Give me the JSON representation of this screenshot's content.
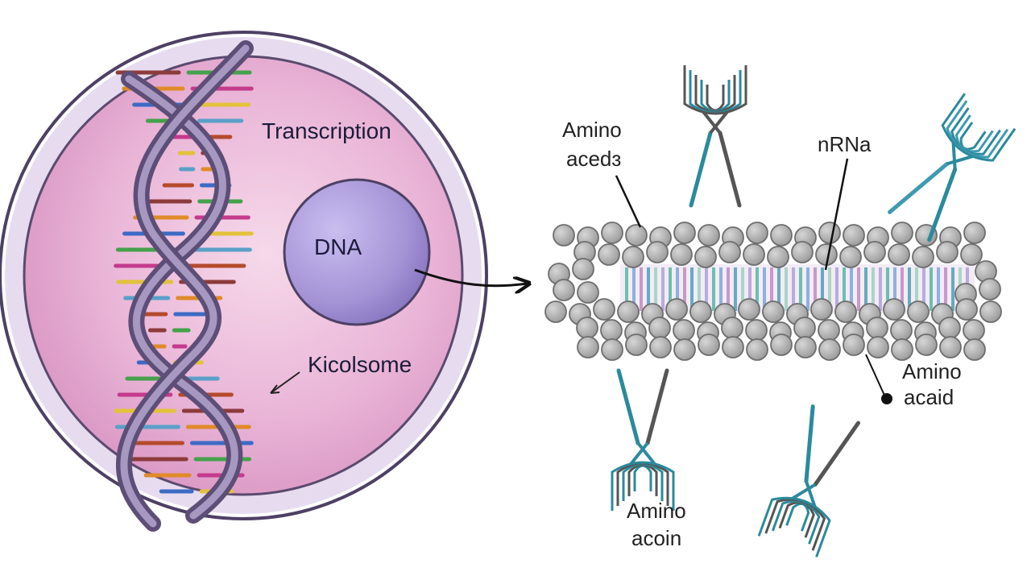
{
  "labels": {
    "transcription": "Transcription",
    "dna": "DNA",
    "ribosome": "Kicolsome",
    "amino_top_1": "Amino",
    "amino_top_2": "acedɜ",
    "mrna": "nRNa",
    "amino_right_1": "Amino",
    "amino_right_2": "acaid",
    "amino_bottom_1": "Amino",
    "amino_bottom_2": "acoin"
  },
  "colors": {
    "cell_fill": "#eab6d8",
    "cell_border": "#5a4a6e",
    "membrane": "#e4d8ec",
    "nucleus": "#a594d6",
    "helix_backbone": "#7b6a96",
    "bead": "#a6a6a6",
    "trna_teal": "#2b8a9c",
    "trna_gray": "#6a6a6a"
  },
  "base_pair_colors": [
    "#8c3b3b",
    "#e08b2a",
    "#3d6bc4",
    "#45a14b",
    "#c43b8c",
    "#e2c23a",
    "#5aa0c8",
    "#b54a2d"
  ]
}
